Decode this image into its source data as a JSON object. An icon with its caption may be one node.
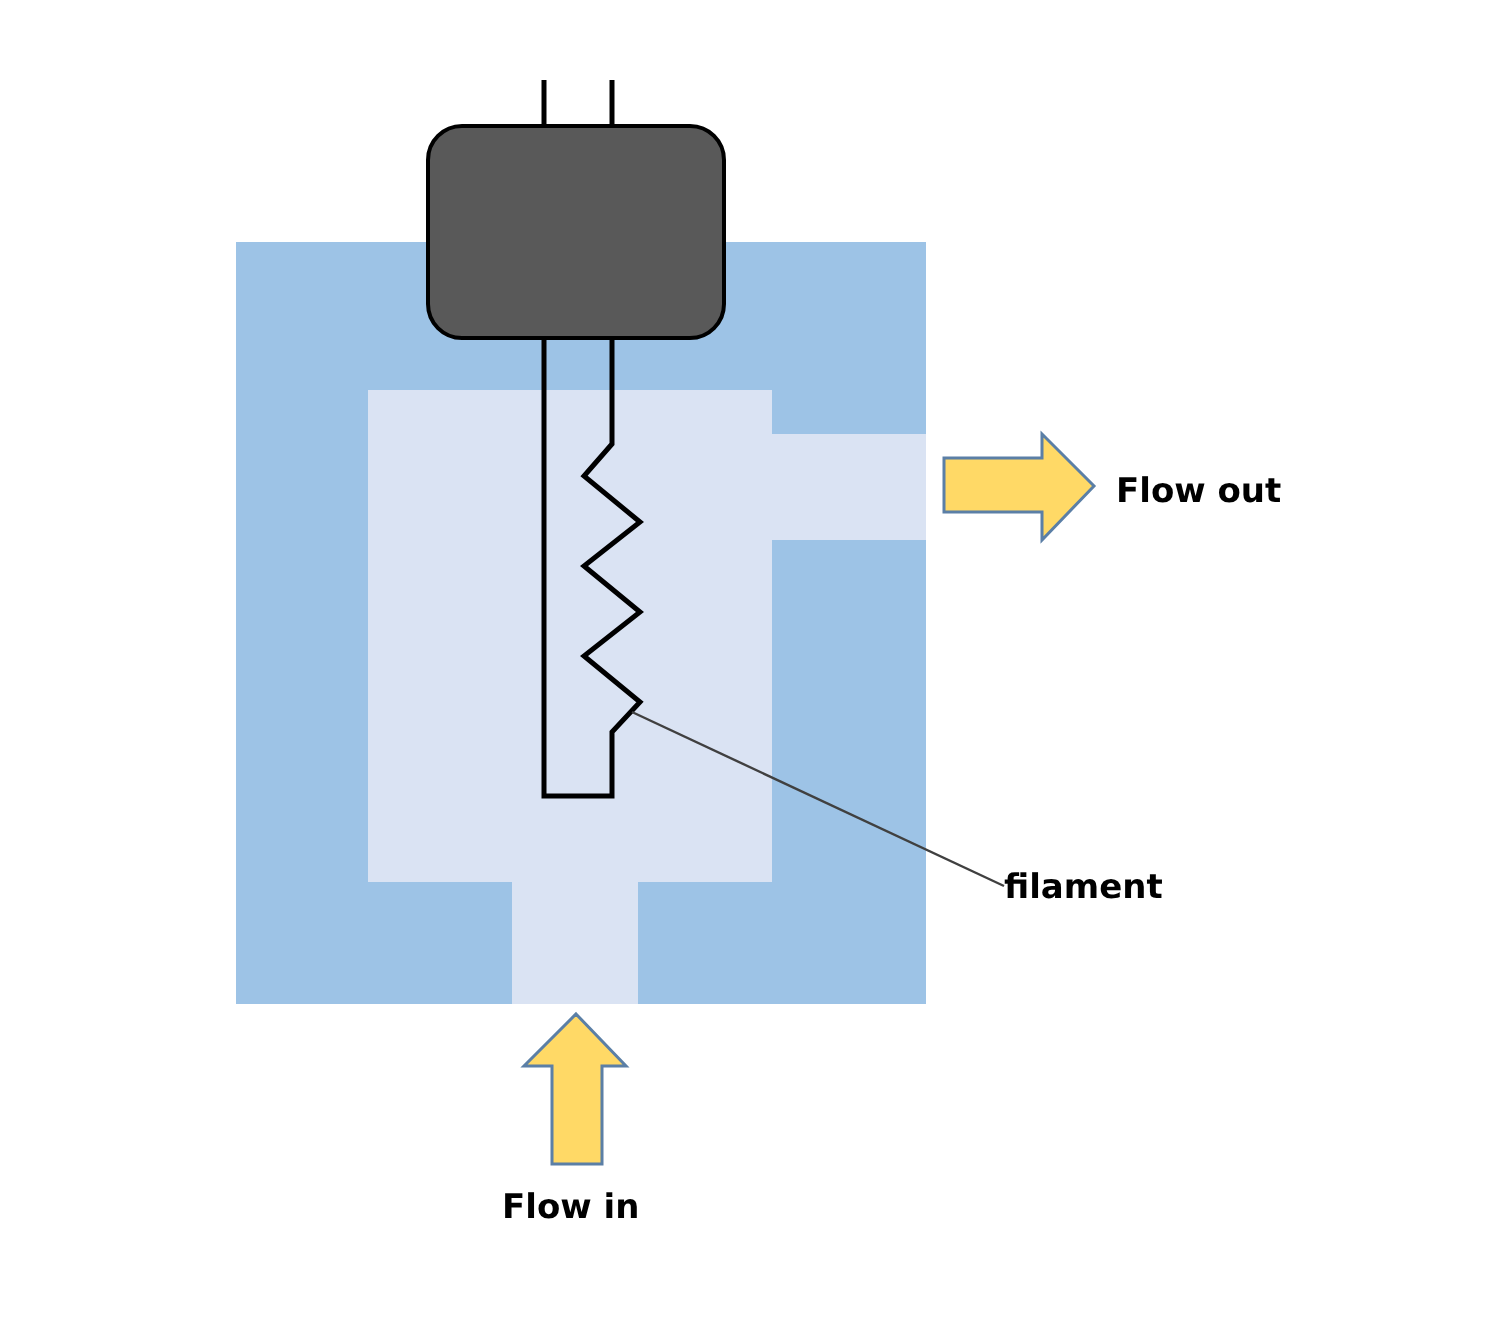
{
  "diagram": {
    "nodes": [
      {
        "text": [
          "filament"
        ]
      },
      {
        "text": [],
        "shape": "zigzag"
      }
    ],
    "edges": [
      {
        "from": 0,
        "to": 1,
        "arrow": "none"
      }
    ],
    "labels": [
      "Flow out",
      "Flow in"
    ]
  }
}
